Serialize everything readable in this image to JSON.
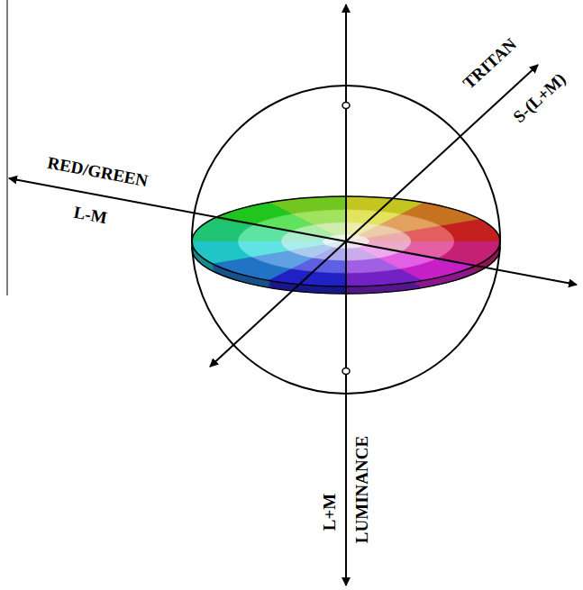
{
  "diagram": {
    "labels": [
      "RED/GREEN",
      "L-M",
      "TRITAN",
      "S-(L+M)",
      "L+M",
      "LUMINANCE"
    ]
  }
}
